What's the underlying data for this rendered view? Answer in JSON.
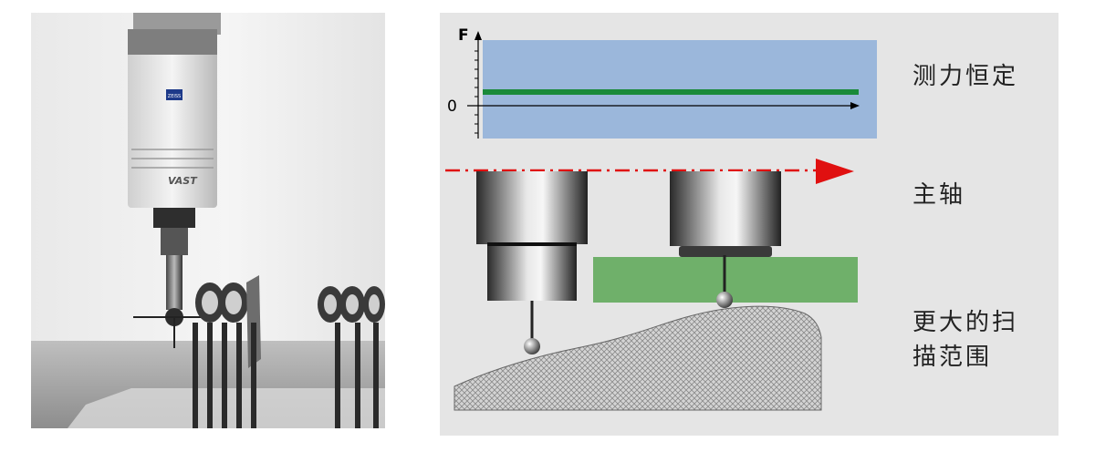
{
  "photo": {
    "logo_text": "ZEISS",
    "head_label": "VAST"
  },
  "diagram": {
    "force_axis_label": "F",
    "zero_label": "0",
    "captions": {
      "force": "测力恒定",
      "spindle": "主轴",
      "scan_line1": "更大的扫",
      "scan_line2": "描范围"
    },
    "colors": {
      "force_band": "#9bb7db",
      "force_line": "#1a8a3a",
      "axis_arrow": "#e01010",
      "range_bar": "#6fb06a",
      "workpiece": "#cfcfcf"
    }
  }
}
